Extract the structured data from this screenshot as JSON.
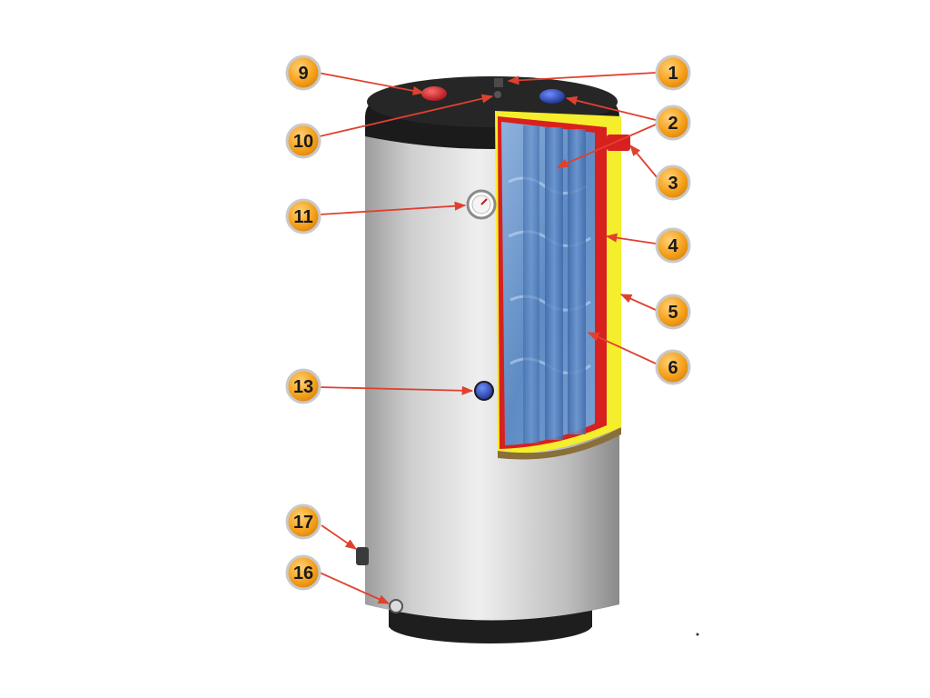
{
  "callouts": [
    {
      "id": "c1",
      "label": "1"
    },
    {
      "id": "c2",
      "label": "2"
    },
    {
      "id": "c3",
      "label": "3"
    },
    {
      "id": "c4",
      "label": "4"
    },
    {
      "id": "c5",
      "label": "5"
    },
    {
      "id": "c6",
      "label": "6"
    },
    {
      "id": "c9",
      "label": "9"
    },
    {
      "id": "c10",
      "label": "10"
    },
    {
      "id": "c11",
      "label": "11"
    },
    {
      "id": "c13",
      "label": "13"
    },
    {
      "id": "c16",
      "label": "16"
    },
    {
      "id": "c17",
      "label": "17"
    }
  ],
  "colors": {
    "tank_body": "#d9d9d9",
    "top_cap": "#1b1b1b",
    "insulation": "#f5ee2c",
    "heat_layer": "#d8201f",
    "water": "#5d8cc4",
    "arrow": "#e0412f",
    "badge_fill": "#f6a21d",
    "badge_ring": "#c9c9c9",
    "hot_port": "#d21f2a",
    "cold_port": "#2b48b8"
  }
}
